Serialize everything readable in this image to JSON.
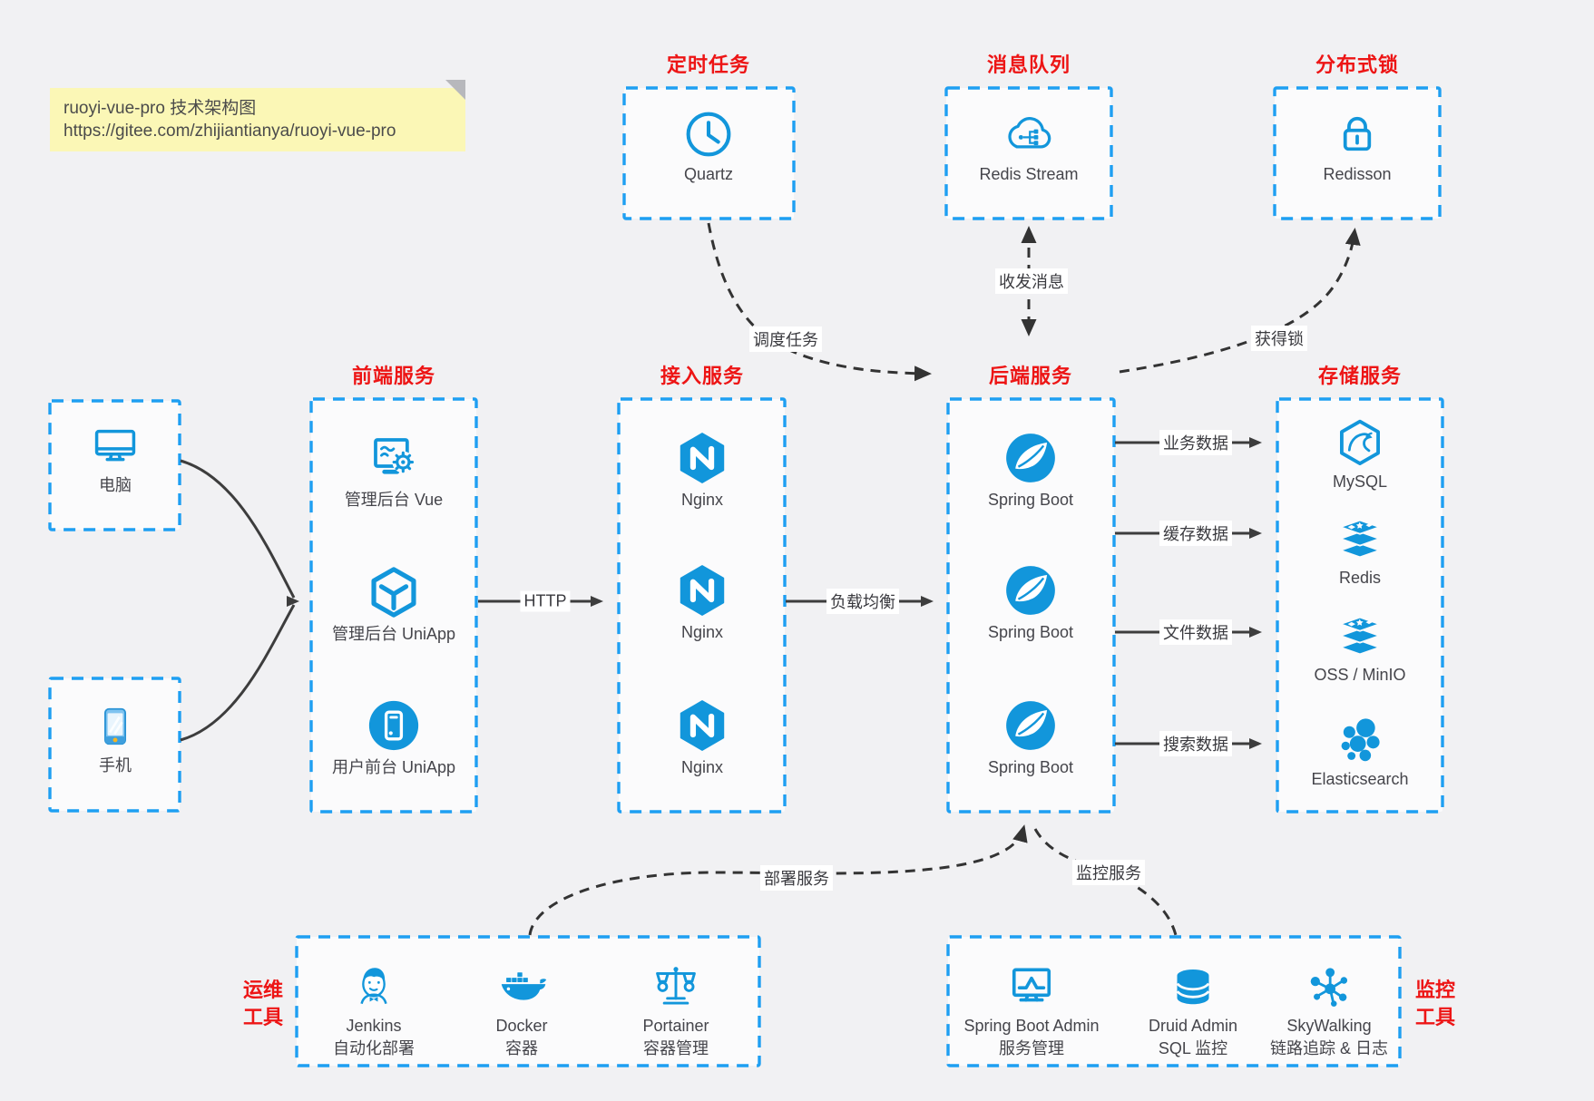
{
  "colors": {
    "icon_blue": "#1296db",
    "border_blue": "#1e9ff2",
    "title_red": "#ed1515",
    "arrow_gray": "#3d3d3d",
    "dashed_black": "#333333",
    "note_yellow": "#fbf7b6",
    "background": "#f1f1f3"
  },
  "note": {
    "line1": "ruoyi-vue-pro 技术架构图",
    "line2": "https://gitee.com/zhijiantianya/ruoyi-vue-pro"
  },
  "top_groups": [
    {
      "title": "定时任务",
      "item": {
        "icon": "clock-icon",
        "label": "Quartz"
      }
    },
    {
      "title": "消息队列",
      "item": {
        "icon": "cloud-stream-icon",
        "label": "Redis Stream"
      }
    },
    {
      "title": "分布式锁",
      "item": {
        "icon": "lock-icon",
        "label": "Redisson"
      }
    }
  ],
  "clients": [
    {
      "icon": "desktop-icon",
      "label": "电脑"
    },
    {
      "icon": "smartphone-icon",
      "label": "手机"
    }
  ],
  "service_columns": [
    {
      "title": "前端服务",
      "items": [
        {
          "icon": "admin-vue-icon",
          "label": "管理后台 Vue"
        },
        {
          "icon": "uniapp-cube-icon",
          "label": "管理后台 UniApp"
        },
        {
          "icon": "user-app-icon",
          "label": "用户前台 UniApp"
        }
      ]
    },
    {
      "title": "接入服务",
      "items": [
        {
          "icon": "nginx-icon",
          "label": "Nginx"
        },
        {
          "icon": "nginx-icon",
          "label": "Nginx"
        },
        {
          "icon": "nginx-icon",
          "label": "Nginx"
        }
      ]
    },
    {
      "title": "后端服务",
      "items": [
        {
          "icon": "spring-boot-icon",
          "label": "Spring Boot"
        },
        {
          "icon": "spring-boot-icon",
          "label": "Spring Boot"
        },
        {
          "icon": "spring-boot-icon",
          "label": "Spring Boot"
        }
      ]
    },
    {
      "title": "存储服务",
      "items": [
        {
          "icon": "mysql-icon",
          "label": "MySQL"
        },
        {
          "icon": "redis-icon",
          "label": "Redis"
        },
        {
          "icon": "oss-minio-icon",
          "label": "OSS / MinIO"
        },
        {
          "icon": "elasticsearch-icon",
          "label": "Elasticsearch"
        }
      ]
    }
  ],
  "edge_labels": {
    "http": "HTTP",
    "load_balance": "负载均衡",
    "schedule_task": "调度任务",
    "send_receive_message": "收发消息",
    "acquire_lock": "获得锁",
    "business_data": "业务数据",
    "cache_data": "缓存数据",
    "file_data": "文件数据",
    "search_data": "搜索数据",
    "deploy_service": "部署服务",
    "monitor_service": "监控服务"
  },
  "tool_groups": [
    {
      "side_label": [
        "运维",
        "工具"
      ],
      "items": [
        {
          "icon": "jenkins-icon",
          "label": "Jenkins",
          "sublabel": "自动化部署"
        },
        {
          "icon": "docker-icon",
          "label": "Docker",
          "sublabel": "容器"
        },
        {
          "icon": "portainer-icon",
          "label": "Portainer",
          "sublabel": "容器管理"
        }
      ]
    },
    {
      "side_label": [
        "监控",
        "工具"
      ],
      "items": [
        {
          "icon": "spring-boot-admin-icon",
          "label": "Spring Boot Admin",
          "sublabel": "服务管理"
        },
        {
          "icon": "druid-icon",
          "label": "Druid Admin",
          "sublabel": "SQL 监控"
        },
        {
          "icon": "skywalking-icon",
          "label": "SkyWalking",
          "sublabel": "链路追踪 & 日志"
        }
      ]
    }
  ]
}
